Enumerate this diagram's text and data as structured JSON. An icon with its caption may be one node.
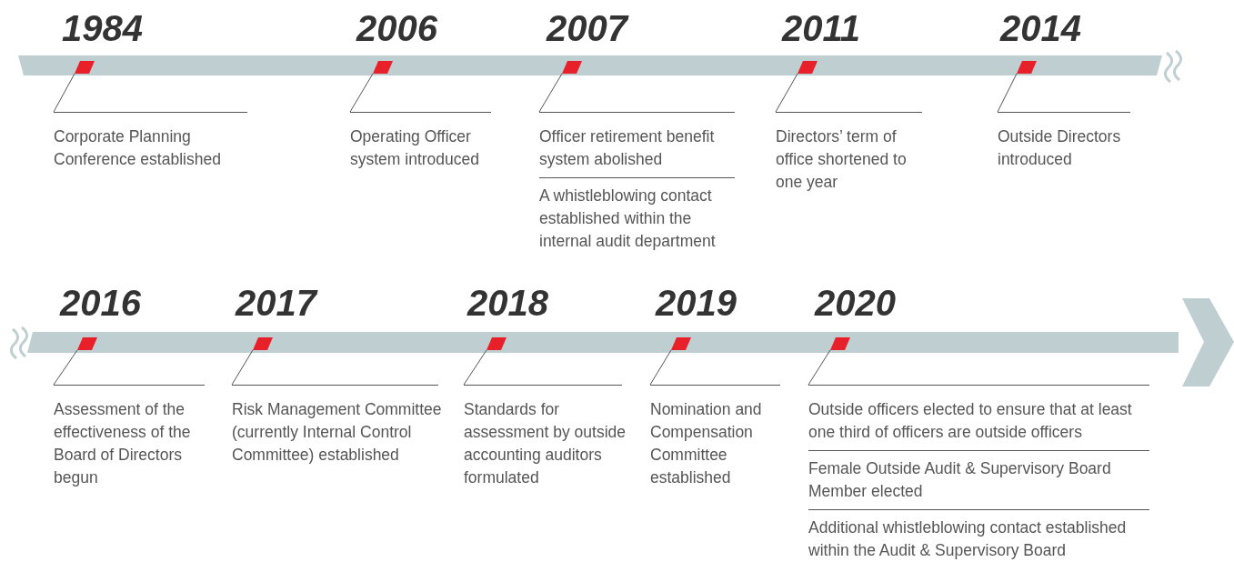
{
  "diagram": {
    "nodes": [
      {
        "text": [],
        "shape": "box",
        "beside": [
          "1984"
        ]
      },
      {
        "text": [
          "Corporate Planning Conference established"
        ]
      },
      {
        "text": [],
        "shape": "box",
        "beside": [
          "2006"
        ]
      },
      {
        "text": [
          "Operating Officer system introduced"
        ]
      },
      {
        "text": [],
        "shape": "box",
        "beside": [
          "2007"
        ]
      },
      {
        "text": [
          "Officer retirement benefit system abolished",
          "A whistleblowing contact established within the internal audit department"
        ]
      },
      {
        "text": [],
        "shape": "box",
        "beside": [
          "2011"
        ]
      },
      {
        "text": [
          "Directors’ term of office shortened to one year"
        ]
      },
      {
        "text": [],
        "shape": "box",
        "beside": [
          "2014"
        ]
      },
      {
        "text": [
          "Outside Directors introduced"
        ]
      },
      {
        "text": [],
        "shape": "box",
        "beside": [
          "2016"
        ]
      },
      {
        "text": [
          "Assessment of the effectiveness of the Board of Directors begun"
        ]
      },
      {
        "text": [],
        "shape": "box",
        "beside": [
          "2017"
        ]
      },
      {
        "text": [
          "Risk Management Committee (currently Internal Control Committee) established"
        ]
      },
      {
        "text": [],
        "shape": "box",
        "beside": [
          "2018"
        ]
      },
      {
        "text": [
          "Standards for assessment by outside accounting auditors formulated"
        ]
      },
      {
        "text": [],
        "shape": "box",
        "beside": [
          "2019"
        ]
      },
      {
        "text": [
          "Nomination and Compensation Committee established"
        ]
      },
      {
        "text": [],
        "shape": "box",
        "beside": [
          "2020"
        ]
      },
      {
        "text": [
          "Outside officers elected to ensure that at least one third of officers are outside officers",
          "Female Outside Audit & Supervisory Board Member elected",
          "Additional whistleblowing contact established within the Audit & Supervisory Board"
        ]
      }
    ],
    "edges": [
      {
        "from": 1,
        "to": 0,
        "arrow": "none"
      },
      {
        "from": 3,
        "to": 2,
        "arrow": "none"
      },
      {
        "from": 5,
        "to": 4,
        "arrow": "none"
      },
      {
        "from": 7,
        "to": 6,
        "arrow": "none"
      },
      {
        "from": 9,
        "to": 8,
        "arrow": "none"
      },
      {
        "from": 11,
        "to": 10,
        "arrow": "none"
      },
      {
        "from": 13,
        "to": 12,
        "arrow": "none"
      },
      {
        "from": 15,
        "to": 14,
        "arrow": "none"
      },
      {
        "from": 17,
        "to": 16,
        "arrow": "none"
      },
      {
        "from": 19,
        "to": 18,
        "arrow": "none"
      }
    ]
  }
}
